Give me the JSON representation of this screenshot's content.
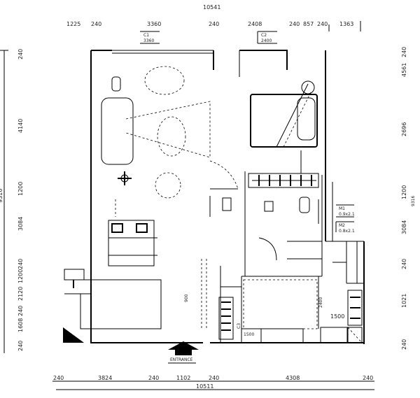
{
  "dimensions": {
    "top_total": "10541",
    "top": [
      "1225",
      "240",
      "3360",
      "240",
      "2408",
      "240",
      "857",
      "240",
      "1363"
    ],
    "bottom_total": "10511",
    "bottom": [
      "240",
      "3824",
      "240",
      "1102",
      "240",
      "4308",
      "240"
    ],
    "left_total": "9316",
    "left": [
      "240",
      "4140",
      "1200",
      "3084",
      "240",
      "1200",
      "2120",
      "240",
      "1608",
      "240"
    ],
    "right_total": "9316",
    "right": [
      "240",
      "4561",
      "2696",
      "1200",
      "3084",
      "240",
      "1021",
      "240"
    ]
  },
  "window_tags": [
    {
      "code": "C1",
      "size": "3360"
    },
    {
      "code": "C2",
      "size": "2400"
    },
    {
      "code": "M1",
      "size": "0.9x2.1"
    },
    {
      "code": "M2",
      "size": "0.8x2.1"
    },
    {
      "code": "C3",
      "size": "1500"
    }
  ],
  "labels": {
    "entrance": "ENTRANCE",
    "dim_1500": "1500",
    "dim_2400": "2400",
    "dim_900": "900"
  },
  "colors": {
    "line": "#000000",
    "background": "#ffffff"
  }
}
